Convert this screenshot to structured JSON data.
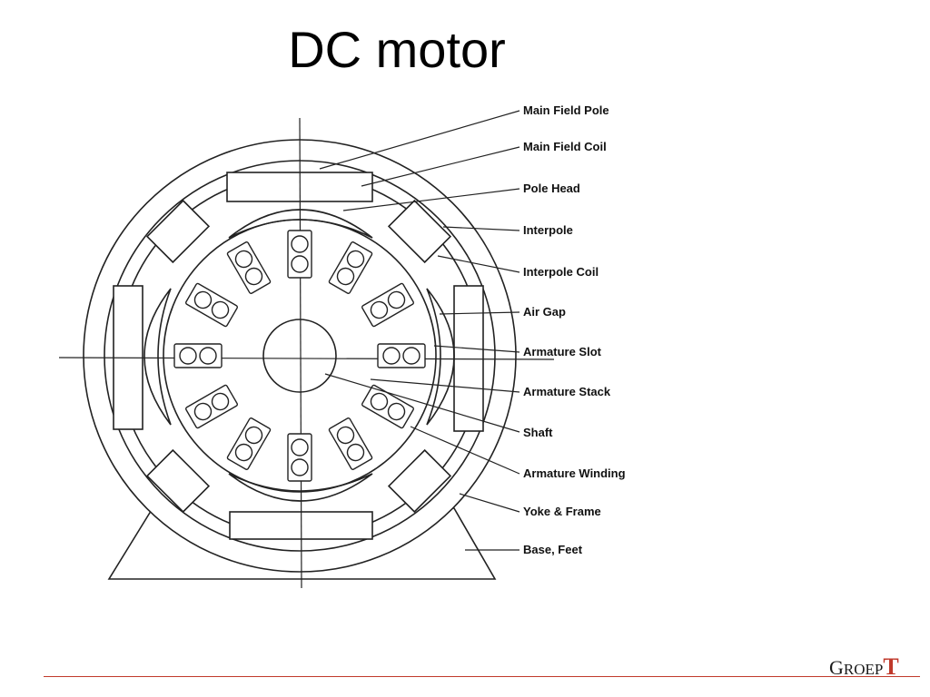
{
  "slide": {
    "title": "DC motor"
  },
  "labels": [
    "Main Field Pole",
    "Main Field Coil",
    "Pole Head",
    "Interpole",
    "Interpole Coil",
    "Air Gap",
    "Armature Slot",
    "Armature Stack",
    "Shaft",
    "Armature Winding",
    "Yoke & Frame",
    "Base, Feet"
  ],
  "logo": {
    "text": "GROEPT",
    "accent_color": "#c0392b"
  },
  "colors": {
    "line": "#222222",
    "footer_rule": "#c0392b"
  }
}
